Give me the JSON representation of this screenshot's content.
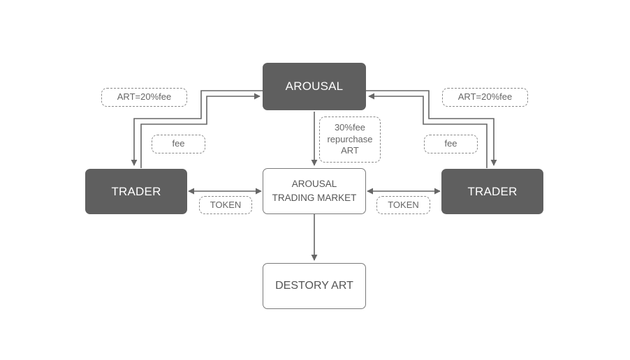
{
  "nodes": {
    "arousal": "AROUSAL",
    "trader_left": "TRADER",
    "trader_right": "TRADER",
    "market_line1": "AROUSAL",
    "market_line2": "TRADING MARKET",
    "destroy": "DESTORY ART"
  },
  "labels": {
    "art_fee_left": "ART=20%fee",
    "art_fee_right": "ART=20%fee",
    "fee_left": "fee",
    "fee_right": "fee",
    "repurchase_line1": "30%fee",
    "repurchase_line2": "repurchase",
    "repurchase_line3": "ART",
    "token_left": "TOKEN",
    "token_right": "TOKEN"
  },
  "colors": {
    "dark_box": "#5f5f5f",
    "arrow": "#666666",
    "light_border": "#7a7a7a"
  }
}
